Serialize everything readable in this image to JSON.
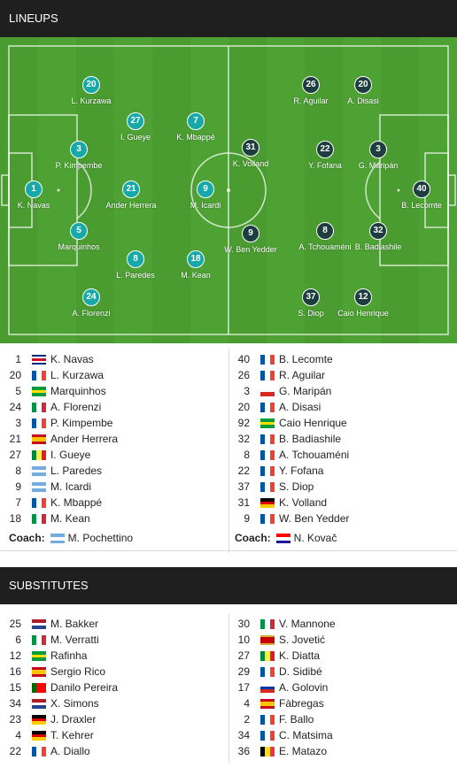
{
  "lineups_title": "LINEUPS",
  "substitutes_title": "SUBSTITUTES",
  "coach_label": "Coach:",
  "home": {
    "players": [
      {
        "number": "1",
        "name": "K. Navas",
        "flag": "cr"
      },
      {
        "number": "20",
        "name": "L. Kurzawa",
        "flag": "fr"
      },
      {
        "number": "5",
        "name": "Marquinhos",
        "flag": "br"
      },
      {
        "number": "24",
        "name": "A. Florenzi",
        "flag": "it"
      },
      {
        "number": "3",
        "name": "P. Kimpembe",
        "flag": "fr"
      },
      {
        "number": "21",
        "name": "Ander Herrera",
        "flag": "es"
      },
      {
        "number": "27",
        "name": "I. Gueye",
        "flag": "sn"
      },
      {
        "number": "8",
        "name": "L. Paredes",
        "flag": "ar"
      },
      {
        "number": "9",
        "name": "M. Icardi",
        "flag": "ar"
      },
      {
        "number": "7",
        "name": "K. Mbappé",
        "flag": "fr"
      },
      {
        "number": "18",
        "name": "M. Kean",
        "flag": "it"
      }
    ],
    "coach": {
      "name": "M. Pochettino",
      "flag": "ar"
    },
    "subs": [
      {
        "number": "25",
        "name": "M. Bakker",
        "flag": "nl"
      },
      {
        "number": "6",
        "name": "M. Verratti",
        "flag": "it"
      },
      {
        "number": "12",
        "name": "Rafinha",
        "flag": "br"
      },
      {
        "number": "16",
        "name": "Sergio Rico",
        "flag": "es"
      },
      {
        "number": "15",
        "name": "Danilo Pereira",
        "flag": "pt"
      },
      {
        "number": "34",
        "name": "X. Simons",
        "flag": "nl"
      },
      {
        "number": "23",
        "name": "J. Draxler",
        "flag": "de"
      },
      {
        "number": "4",
        "name": "T. Kehrer",
        "flag": "de"
      },
      {
        "number": "22",
        "name": "A. Diallo",
        "flag": "fr"
      }
    ]
  },
  "away": {
    "players": [
      {
        "number": "40",
        "name": "B. Lecomte",
        "flag": "fr"
      },
      {
        "number": "26",
        "name": "R. Aguilar",
        "flag": "fr"
      },
      {
        "number": "3",
        "name": "G. Maripán",
        "flag": "cl"
      },
      {
        "number": "20",
        "name": "A. Disasi",
        "flag": "fr"
      },
      {
        "number": "92",
        "name": "Caio Henrique",
        "flag": "br"
      },
      {
        "number": "32",
        "name": "B. Badiashile",
        "flag": "fr"
      },
      {
        "number": "8",
        "name": "A. Tchouaméni",
        "flag": "fr"
      },
      {
        "number": "22",
        "name": "Y. Fofana",
        "flag": "fr"
      },
      {
        "number": "37",
        "name": "S. Diop",
        "flag": "fr"
      },
      {
        "number": "31",
        "name": "K. Volland",
        "flag": "de"
      },
      {
        "number": "9",
        "name": "W. Ben Yedder",
        "flag": "fr"
      }
    ],
    "coach": {
      "name": "N. Kovač",
      "flag": "hr"
    },
    "subs": [
      {
        "number": "30",
        "name": "V. Mannone",
        "flag": "it"
      },
      {
        "number": "10",
        "name": "S. Jovetić",
        "flag": "me"
      },
      {
        "number": "27",
        "name": "K. Diatta",
        "flag": "sn"
      },
      {
        "number": "29",
        "name": "D. Sidibé",
        "flag": "fr"
      },
      {
        "number": "17",
        "name": "A. Golovin",
        "flag": "ru"
      },
      {
        "number": "4",
        "name": "Fàbregas",
        "flag": "es"
      },
      {
        "number": "2",
        "name": "F. Ballo",
        "flag": "fr"
      },
      {
        "number": "34",
        "name": "C. Matsima",
        "flag": "fr"
      },
      {
        "number": "36",
        "name": "E. Matazo",
        "flag": "be"
      }
    ]
  },
  "formation": {
    "home": [
      {
        "number": "20",
        "name": "L. Kurzawa"
      },
      {
        "number": "27",
        "name": "I. Gueye"
      },
      {
        "number": "7",
        "name": "K. Mbappé"
      },
      {
        "number": "3",
        "name": "P. Kimpembe"
      },
      {
        "number": "1",
        "name": "K. Navas"
      },
      {
        "number": "21",
        "name": "Ander Herrera"
      },
      {
        "number": "9",
        "name": "M. Icardi"
      },
      {
        "number": "5",
        "name": "Marquinhos"
      },
      {
        "number": "8",
        "name": "L. Paredes"
      },
      {
        "number": "18",
        "name": "M. Kean"
      },
      {
        "number": "24",
        "name": "A. Florenzi"
      }
    ],
    "away": [
      {
        "number": "26",
        "name": "R. Aguilar"
      },
      {
        "number": "20",
        "name": "A. Disasi"
      },
      {
        "number": "31",
        "name": "K. Volland"
      },
      {
        "number": "22",
        "name": "Y. Fofana"
      },
      {
        "number": "3",
        "name": "G. Maripán"
      },
      {
        "number": "40",
        "name": "B. Lecomte"
      },
      {
        "number": "9",
        "name": "W. Ben Yedder"
      },
      {
        "number": "8",
        "name": "A. Tchouaméni"
      },
      {
        "number": "32",
        "name": "B. Badiashile"
      },
      {
        "number": "37",
        "name": "S. Diop"
      },
      {
        "number": "12",
        "name": "Caio Henrique"
      }
    ]
  },
  "colors": {
    "header_bg": "#1f1f1f",
    "pitch": "#4ea234",
    "home_marker": "#17a9a9",
    "away_marker": "#1e3d3f"
  }
}
